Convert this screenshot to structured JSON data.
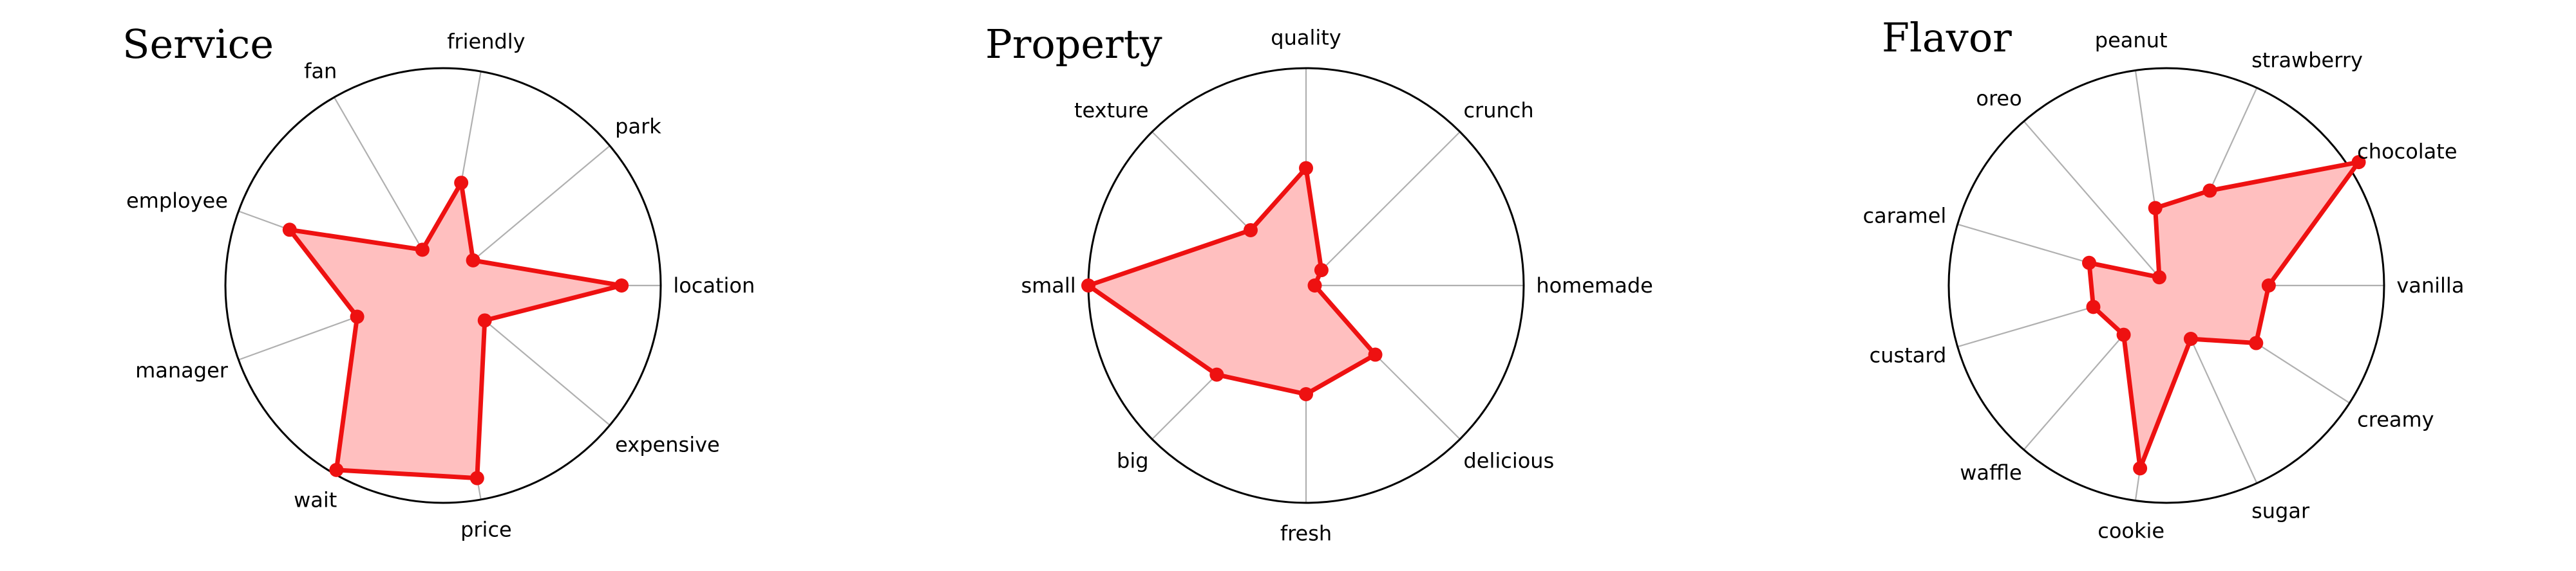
{
  "style": {
    "line_color": "#ee1111",
    "fill_color": "#ffbfbf",
    "spoke_color": "#b0b0b0",
    "frame_color": "#000000"
  },
  "chart_data": [
    {
      "type": "radar",
      "title": "Service",
      "rmax": 1.0,
      "grid": "spokes-only",
      "categories": [
        "location",
        "park",
        "friendly",
        "fan",
        "employee",
        "manager",
        "wait",
        "price",
        "expensive"
      ],
      "values": [
        0.82,
        0.18,
        0.48,
        0.19,
        0.75,
        0.42,
        0.98,
        0.9,
        0.25
      ]
    },
    {
      "type": "radar",
      "title": "Property",
      "rmax": 1.0,
      "grid": "spokes-only",
      "categories": [
        "homemade",
        "crunch",
        "quality",
        "texture",
        "small",
        "big",
        "fresh",
        "delicious"
      ],
      "values": [
        0.04,
        0.1,
        0.54,
        0.36,
        1.0,
        0.58,
        0.5,
        0.45
      ]
    },
    {
      "type": "radar",
      "title": "Flavor",
      "rmax": 1.0,
      "grid": "spokes-only",
      "categories": [
        "vanilla",
        "chocolate",
        "strawberry",
        "peanut",
        "oreo",
        "caramel",
        "custard",
        "waffle",
        "cookie",
        "sugar",
        "creamy"
      ],
      "values": [
        0.47,
        1.05,
        0.48,
        0.36,
        0.05,
        0.37,
        0.35,
        0.3,
        0.85,
        0.27,
        0.49
      ]
    }
  ]
}
